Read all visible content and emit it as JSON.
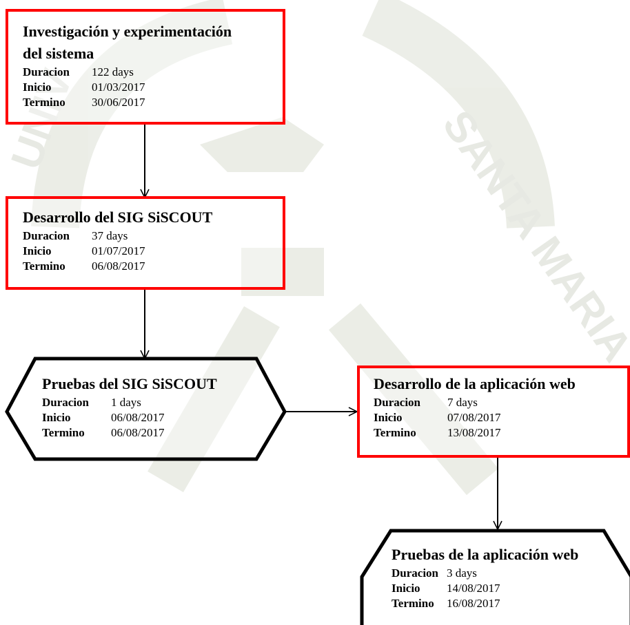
{
  "labels": {
    "duration": "Duracion",
    "start": "Inicio",
    "end": "Termino"
  },
  "watermark": {
    "text": "SANTA MARIA",
    "partial_left": "UNIV"
  },
  "nodes": [
    {
      "id": "investigacion",
      "shape": "rectangle",
      "border_color": "#ff0000",
      "title_line1": "Investigación y experimentación",
      "title_line2": "del sistema",
      "duration": "122 days",
      "start": "01/03/2017",
      "end": "30/06/2017"
    },
    {
      "id": "desarrollo-sig",
      "shape": "rectangle",
      "border_color": "#ff0000",
      "title": "Desarrollo del SIG SiSCOUT",
      "duration": "37 days",
      "start": "01/07/2017",
      "end": "06/08/2017"
    },
    {
      "id": "pruebas-sig",
      "shape": "hexagon",
      "border_color": "#000000",
      "title": "Pruebas del SIG SiSCOUT",
      "duration": "1 days",
      "start": "06/08/2017",
      "end": "06/08/2017"
    },
    {
      "id": "desarrollo-web",
      "shape": "rectangle",
      "border_color": "#ff0000",
      "title": "Desarrollo de la aplicación web",
      "duration": "7 days",
      "start": "07/08/2017",
      "end": "13/08/2017"
    },
    {
      "id": "pruebas-web",
      "shape": "hexagon",
      "border_color": "#000000",
      "title": "Pruebas de la aplicación web",
      "duration": "3 days",
      "start": "14/08/2017",
      "end": "16/08/2017"
    }
  ],
  "edges": [
    {
      "from": "investigacion",
      "to": "desarrollo-sig"
    },
    {
      "from": "desarrollo-sig",
      "to": "pruebas-sig"
    },
    {
      "from": "pruebas-sig",
      "to": "desarrollo-web"
    },
    {
      "from": "desarrollo-web",
      "to": "pruebas-web"
    }
  ]
}
